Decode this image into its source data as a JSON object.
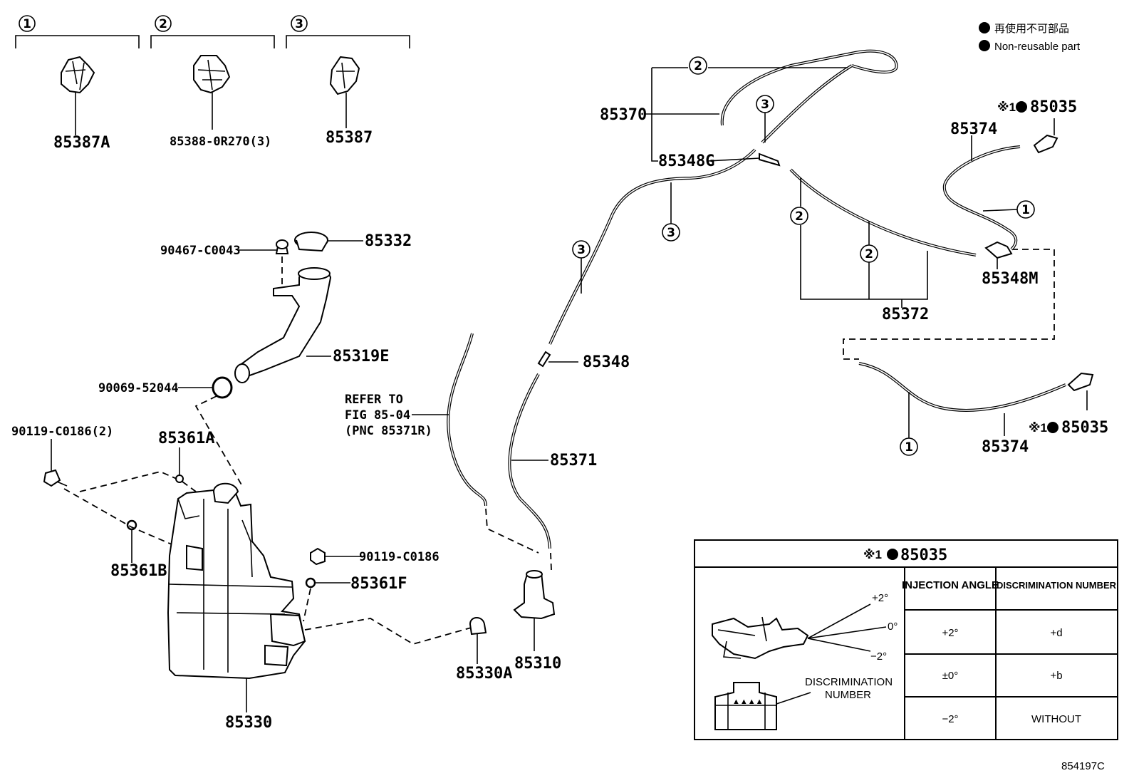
{
  "legend": {
    "line_jp": "再使用不可部品",
    "line_en": "Non-reusable part"
  },
  "clip_groups": [
    {
      "number": "1",
      "part": "85387A"
    },
    {
      "number": "2",
      "part": "85388-0R270(3)"
    },
    {
      "number": "3",
      "part": "85387"
    }
  ],
  "callouts": {
    "p85332": "85332",
    "p90467": "90467-C0043",
    "p85319E": "85319E",
    "p90069": "90069-52044",
    "p90119x2": "90119-C0186(2)",
    "p85361A": "85361A",
    "p85361B": "85361B",
    "p90119": "90119-C0186",
    "p85361F": "85361F",
    "p85330": "85330",
    "p85330A": "85330A",
    "p85310": "85310",
    "p85371": "85371",
    "p85348": "85348",
    "refer_1": "REFER TO",
    "refer_2": "FIG 85-04",
    "refer_3": "(PNC 85371R)",
    "p85370": "85370",
    "p85348G": "85348G",
    "p85372": "85372",
    "p85348M": "85348M",
    "p85374a": "85374",
    "p85374b": "85374",
    "p85035a_prefix": "※1",
    "p85035a": "85035",
    "p85035b_prefix": "※1",
    "p85035b": "85035"
  },
  "circle_markers": {
    "c2_top": "2",
    "c3_upper": "3",
    "c3_mid": "3",
    "c3_left": "3",
    "c2_left": "2",
    "c2_mid": "2",
    "c1_upper": "1",
    "c1_lower": "1"
  },
  "table": {
    "title_prefix": "※1",
    "title": "85035",
    "col_injection": "INJECTION ANGLE",
    "col_discrimination": "DISCRIMINATION NUMBER",
    "rows": [
      {
        "angle": "+2°",
        "number": "+d"
      },
      {
        "angle": "±0°",
        "number": "+b"
      },
      {
        "angle": "−2°",
        "number": "WITHOUT"
      }
    ],
    "angle_plus": "+2°",
    "angle_zero": "0°",
    "angle_minus": "−2°",
    "disc_label_1": "DISCRIMINATION",
    "disc_label_2": "NUMBER"
  },
  "figure_id": "854197C"
}
